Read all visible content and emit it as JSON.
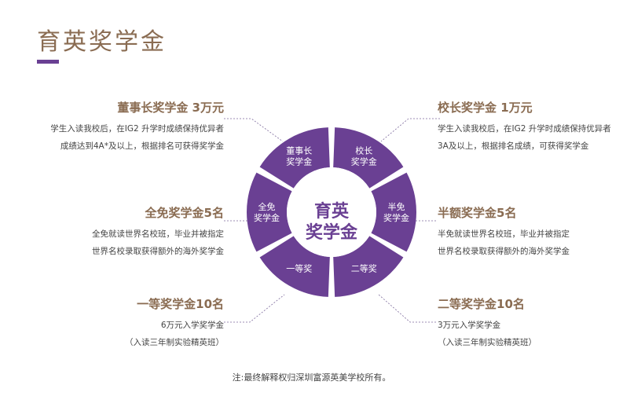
{
  "page": {
    "title": "育英奖学金",
    "accent_color": "#6a4093",
    "title_color": "#8a6c52",
    "note": "注:最终解释权归深圳富源英美学校所有。"
  },
  "wheel": {
    "center_line1": "育英",
    "center_line2": "奖学金",
    "segments": [
      {
        "id": "top-left",
        "line1": "董事长",
        "line2": "奖学金"
      },
      {
        "id": "top-right",
        "line1": "校长",
        "line2": "奖学金"
      },
      {
        "id": "right",
        "line1": "半免",
        "line2": "奖学金"
      },
      {
        "id": "bottom-right",
        "line1": "二等奖",
        "line2": ""
      },
      {
        "id": "bottom-left",
        "line1": "一等奖",
        "line2": ""
      },
      {
        "id": "left",
        "line1": "全免",
        "line2": "奖学金"
      }
    ]
  },
  "scholarships": {
    "chairman": {
      "head": "董事长奖学金 3万元",
      "line1": "学生入读我校后，在IG2 升学时成绩保持优异者",
      "line2": "成绩达到4A*及以上，根据排名可获得奖学金"
    },
    "principal": {
      "head": "校长奖学金 1万元",
      "line1": "学生入读我校后，在IG2 升学时成绩保持优异者",
      "line2": "3A及以上，根据排名成绩，可获得奖学金"
    },
    "full": {
      "head": "全免奖学金5名",
      "line1": "全免就读世界名校班，毕业并被指定",
      "line2": "世界名校录取获得额外的海外奖学金"
    },
    "half": {
      "head": "半额奖学金5名",
      "line1": "半免就读世界名校班，毕业并被指定",
      "line2": "世界名校录取获得额外的海外奖学金"
    },
    "first": {
      "head": "一等奖学金10名",
      "line1": "6万元入学奖学金",
      "line2": "（入读三年制实验精英班）"
    },
    "second": {
      "head": "二等奖学金10名",
      "line1": "3万元入学奖学金",
      "line2": "（入读三年制实验精英班）"
    }
  }
}
